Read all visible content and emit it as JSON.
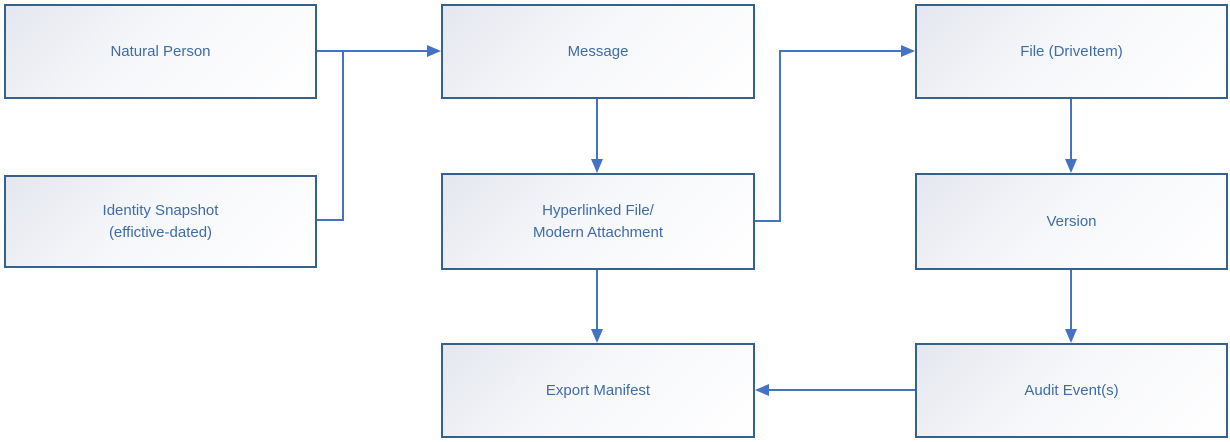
{
  "diagram": {
    "type": "flowchart",
    "background": "#ffffff",
    "colors": {
      "node_border": "#34618E",
      "node_fill_top_left": "#E4E7EE",
      "node_fill_bottom_right": "#FFFFFF",
      "node_text": "#3E6CA6",
      "connector": "#4472C4"
    },
    "nodes": {
      "natural_person": {
        "label": "Natural Person"
      },
      "identity_snapshot": {
        "label": "Identity Snapshot\n(effictive-dated)"
      },
      "message": {
        "label": "Message"
      },
      "hyperlinked_file": {
        "label": "Hyperlinked File/\nModern Attachment"
      },
      "export_manifest": {
        "label": "Export Manifest"
      },
      "file_driveitem": {
        "label": "File (DriveItem)"
      },
      "version": {
        "label": "Version"
      },
      "audit_events": {
        "label": "Audit Event(s)"
      }
    },
    "edges": [
      {
        "from": "Natural Person",
        "to": "Message",
        "arrow": true
      },
      {
        "from": "Identity Snapshot (effictive-dated)",
        "to": "Message",
        "arrow": true
      },
      {
        "from": "Message",
        "to": "Hyperlinked File/Modern Attachment",
        "arrow": true
      },
      {
        "from": "Hyperlinked File/Modern Attachment",
        "to": "File (DriveItem)",
        "arrow": true
      },
      {
        "from": "File (DriveItem)",
        "to": "Version",
        "arrow": true
      },
      {
        "from": "Version",
        "to": "Audit Event(s)",
        "arrow": true
      },
      {
        "from": "Hyperlinked File/Modern Attachment",
        "to": "Export Manifest",
        "arrow": true
      },
      {
        "from": "Audit Event(s)",
        "to": "Export Manifest",
        "arrow": true
      }
    ]
  }
}
